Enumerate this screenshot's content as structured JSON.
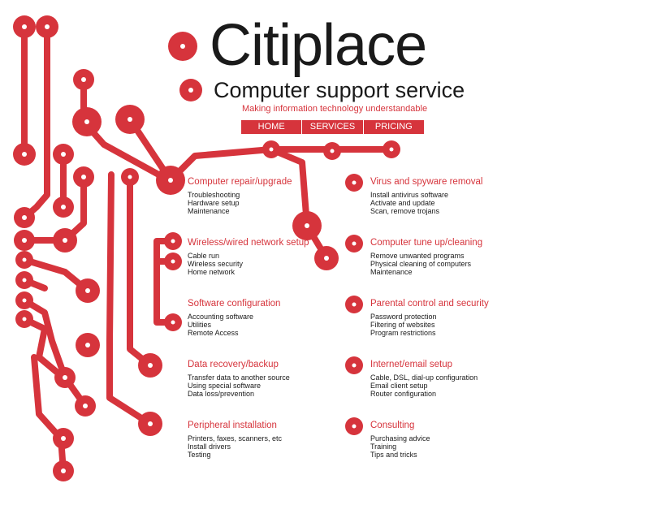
{
  "header": {
    "title": "Citiplace",
    "subtitle": "Computer support service",
    "tagline": "Making information technology understandable"
  },
  "nav": [
    {
      "label": "HOME"
    },
    {
      "label": "SERVICES"
    },
    {
      "label": "PRICING"
    }
  ],
  "colors": {
    "accent": "#d6343c",
    "text": "#1a1a1a",
    "background": "#ffffff"
  },
  "services": [
    {
      "title": "Computer repair/upgrade",
      "items": [
        "Troubleshooting",
        "Hardware setup",
        "Maintenance"
      ]
    },
    {
      "title": "Virus and spyware removal",
      "items": [
        "Install antivirus software",
        "Activate and update",
        "Scan, remove trojans"
      ]
    },
    {
      "title": "Wireless/wired network setup",
      "items": [
        "Cable run",
        "Wireless security",
        "Home network"
      ]
    },
    {
      "title": "Computer tune up/cleaning",
      "items": [
        "Remove unwanted programs",
        "Physical cleaning of computers",
        "Maintenance"
      ]
    },
    {
      "title": "Software configuration",
      "items": [
        "Accounting software",
        "Utilities",
        "Remote Access"
      ]
    },
    {
      "title": "Parental control and security",
      "items": [
        "Password protection",
        "Filtering of websites",
        "Program restrictions"
      ]
    },
    {
      "title": "Data recovery/backup",
      "items": [
        "Transfer data to another source",
        "Using special software",
        "Data loss/prevention"
      ]
    },
    {
      "title": "Internet/email setup",
      "items": [
        "Cable, DSL, dial-up configuration",
        "Email client setup",
        "Router configuration"
      ]
    },
    {
      "title": "Peripheral installation",
      "items": [
        "Printers, faxes, scanners, etc",
        "Install drivers",
        "Testing"
      ]
    },
    {
      "title": "Consulting",
      "items": [
        "Purchasing advice",
        "Training",
        "Tips and tricks"
      ]
    }
  ]
}
